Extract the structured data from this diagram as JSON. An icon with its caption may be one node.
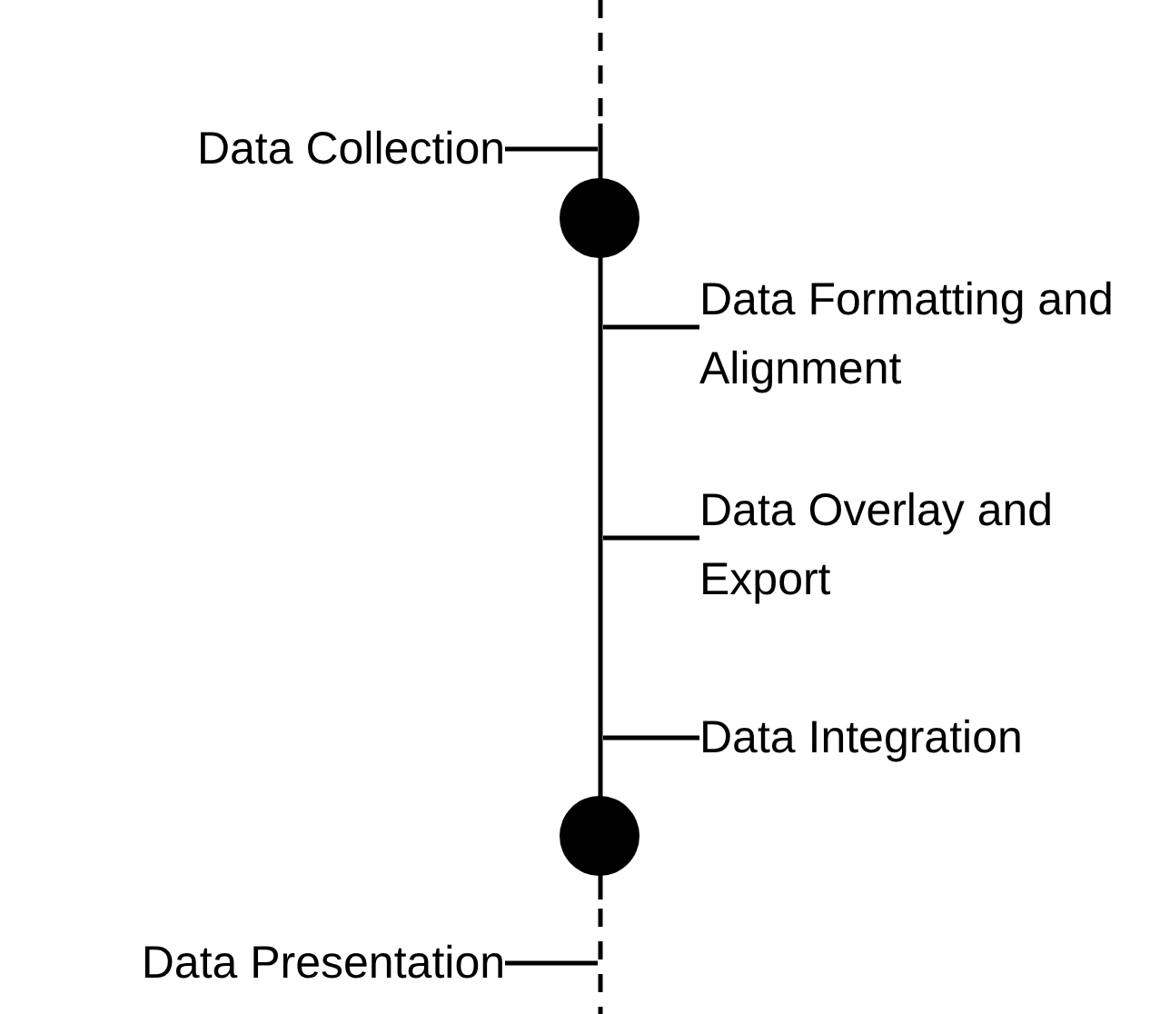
{
  "diagram": {
    "nodes": [
      {
        "text": [
          "Data Collection"
        ]
      },
      {
        "text": [],
        "shape": "circle"
      },
      {
        "text": [
          "Data Formatting and Alignment"
        ]
      },
      {
        "text": [
          "Data Overlay and Export"
        ]
      },
      {
        "text": [
          "Data Integration"
        ]
      },
      {
        "text": [],
        "shape": "circle"
      },
      {
        "text": [
          "Data Presentation"
        ]
      },
      {
        "text": [],
        "shape": "bar"
      }
    ],
    "edges": [
      {
        "from": 0,
        "to": 7,
        "arrow": "none"
      },
      {
        "from": 2,
        "to": 7,
        "arrow": "none"
      },
      {
        "from": 3,
        "to": 7,
        "arrow": "none"
      },
      {
        "from": 4,
        "to": 7,
        "arrow": "none"
      },
      {
        "from": 6,
        "to": 7,
        "arrow": "none"
      }
    ]
  }
}
